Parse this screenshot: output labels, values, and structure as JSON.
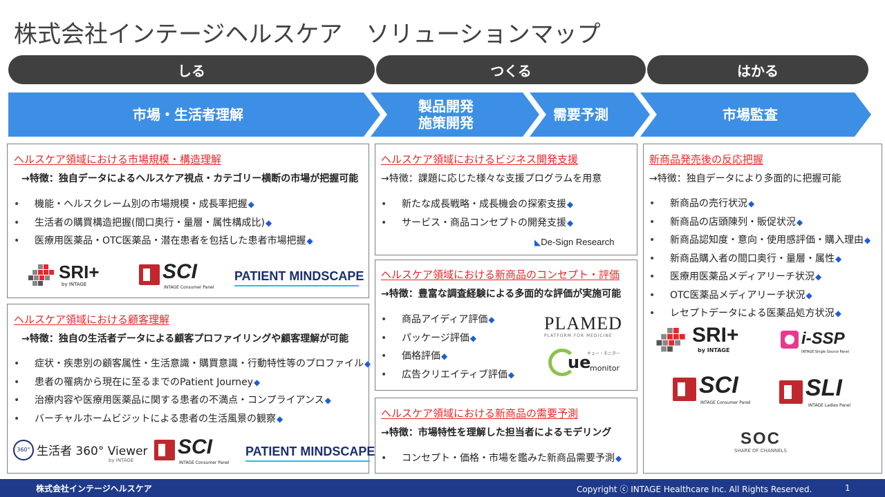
{
  "title": "株式会社インテージヘルスケア　ソリューションマップ",
  "phases": [
    {
      "label": "しる"
    },
    {
      "label": "つくる"
    },
    {
      "label": "はかる"
    }
  ],
  "stages": [
    {
      "label": "市場・生活者理解"
    },
    {
      "label1": "製品開発",
      "label2": "施策開発"
    },
    {
      "label": "需要予測"
    },
    {
      "label": "市場監査"
    }
  ],
  "boxes": {
    "market": {
      "title": "ヘルスケア領域における市場規模・構造理解",
      "feature": "→特徴：独自データによるヘルスケア視点・カテゴリー横断の市場が把握可能",
      "items": [
        "機能・ヘルスクレーム別の市場規模・成長率把握",
        "生活者の購買構造把握(間口奥行・量層・属性構成比)",
        "医療用医薬品・OTC医薬品・潜在患者を包括した患者市場把握"
      ]
    },
    "customer": {
      "title": "ヘルスケア領域における顧客理解",
      "feature": "→特徴：独自の生活者データによる顧客プロファイリングや顧客理解が可能",
      "items": [
        "症状・疾患別の顧客属性・生活意識・購買意識・行動特性等のプロファイル",
        "患者の罹病から現在に至るまでのPatient Journey",
        "治療内容や医療用医薬品に関する患者の不満点・コンプライアンス",
        "バーチャルホームビジットによる患者の生活風景の観察"
      ]
    },
    "business": {
      "title": "ヘルスケア領域におけるビジネス開発支援",
      "feature": "→特徴：課題に応じた様々な支援プログラムを用意",
      "items": [
        "新たな成長戦略・成長機会の探索支援",
        "サービス・商品コンセプトの開発支援"
      ]
    },
    "concept": {
      "title": "ヘルスケア領域における新商品のコンセプト・評価",
      "feature": "→特徴：豊富な調査経験による多面的な評価が実施可能",
      "items": [
        "商品アイディア評価",
        "パッケージ評価",
        "価格評価",
        "広告クリエイティブ評価"
      ]
    },
    "forecast": {
      "title": "ヘルスケア領域における新商品の需要予測",
      "feature": "→特徴：市場特性を理解した担当者によるモデリング",
      "items": [
        "コンセプト・価格・市場を鑑みた新商品需要予測"
      ]
    },
    "audit": {
      "title": "新商品発売後の反応把握",
      "feature": "→特徴：独自データにより多面的に把握可能",
      "items": [
        "新商品の売行状況",
        "新商品の店頭陳列・販促状況",
        "新商品認知度・意向・使用感評価・購入理由",
        "新商品購入者の間口奥行・量層・属性",
        "医療用医薬品メディアリーチ状況",
        "OTC医薬品メディアリーチ状況",
        "レセプトデータによる医薬品処方状況"
      ]
    }
  },
  "marker": "◆",
  "logos": {
    "sri": {
      "main": "SRI+",
      "sub": "by INTAGE"
    },
    "sci": {
      "main": "SCI",
      "sub": "INTAGE Consumer Panel"
    },
    "pm": {
      "main": "PATIENT MINDSCAPE"
    },
    "viewer": {
      "main": "生活者 360° Viewer",
      "sub": "by INTAGE",
      "badge": "360°"
    },
    "design": {
      "main": "De-Sign Research"
    },
    "plamed": {
      "main": "PLAMED",
      "sub": "PLATFORM FOR MEDICINE"
    },
    "cue": {
      "main": "ue",
      "sub": "monitor",
      "top": "キュー・モニター"
    },
    "issp": {
      "main": "i-SSP",
      "sub": "INTAGE Single Source Panel"
    },
    "sli": {
      "main": "SLI",
      "sub": "INTAGE Ladies Panel"
    },
    "soc": {
      "main": "SOC",
      "sub": "SHARE OF CHANNELS"
    }
  },
  "footer": {
    "company": "株式会社インテージヘルスケア",
    "copyright": "Copyright ⓒ INTAGE Healthcare Inc. All Rights Reserved.",
    "page": "1"
  },
  "colors": {
    "accent": "#e8262a",
    "arrow": "#3d8fe6",
    "dark": "#404040",
    "footer": "#1f3a8a",
    "link": "#1f5dd6"
  }
}
